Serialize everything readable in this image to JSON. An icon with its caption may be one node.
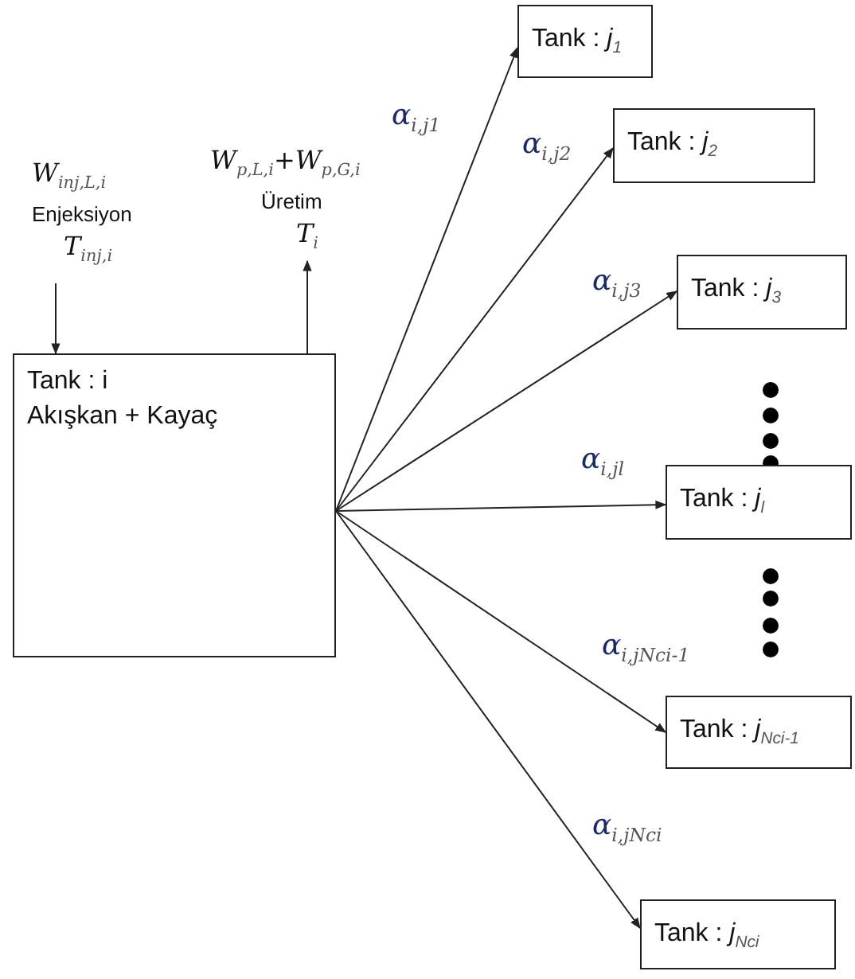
{
  "diagram": {
    "nodes": [
      {
        "text": [
          "Tank : i",
          "Akışkan + Kayaç"
        ]
      },
      {
        "text": [
          "Tank : *j*$_{1}$"
        ]
      },
      {
        "text": [
          "Tank : *j*$_{2}$"
        ]
      },
      {
        "text": [
          "Tank : *j*$_{3}$"
        ]
      },
      {
        "text": [
          "Tank : *j*$_{l}$"
        ]
      },
      {
        "text": [
          "Tank : *j*$_{Nci-1}$"
        ]
      },
      {
        "text": [
          "Tank : *j*$_{Nci}$"
        ]
      },
      {
        "text": [
          "W$_{inj,L,i}$",
          "Enjeksiyon",
          "T$_{inj,i}$"
        ]
      },
      {
        "text": [
          "W$_{p,L,i}$+W$_{p,G,i}$",
          "Üretim",
          "T$_{i}$"
        ]
      }
    ],
    "edges": [
      {
        "from": 7,
        "to": 0,
        "arrow": "to"
      },
      {
        "from": 0,
        "to": 8,
        "arrow": "to"
      },
      {
        "from": 0,
        "to": 1,
        "arrow": "to",
        "label": "α$_{i,j1}$"
      },
      {
        "from": 0,
        "to": 2,
        "arrow": "to",
        "label": "α$_{i,j2}$"
      },
      {
        "from": 0,
        "to": 3,
        "arrow": "to",
        "label": "α$_{i,j3}$"
      },
      {
        "from": 0,
        "to": 4,
        "arrow": "to",
        "label": "α$_{i,jl}$"
      },
      {
        "from": 0,
        "to": 5,
        "arrow": "to",
        "label": "α$_{i,jNci-1}$"
      },
      {
        "from": 0,
        "to": 6,
        "arrow": "to",
        "label": "α$_{i,jNci}$"
      }
    ]
  }
}
